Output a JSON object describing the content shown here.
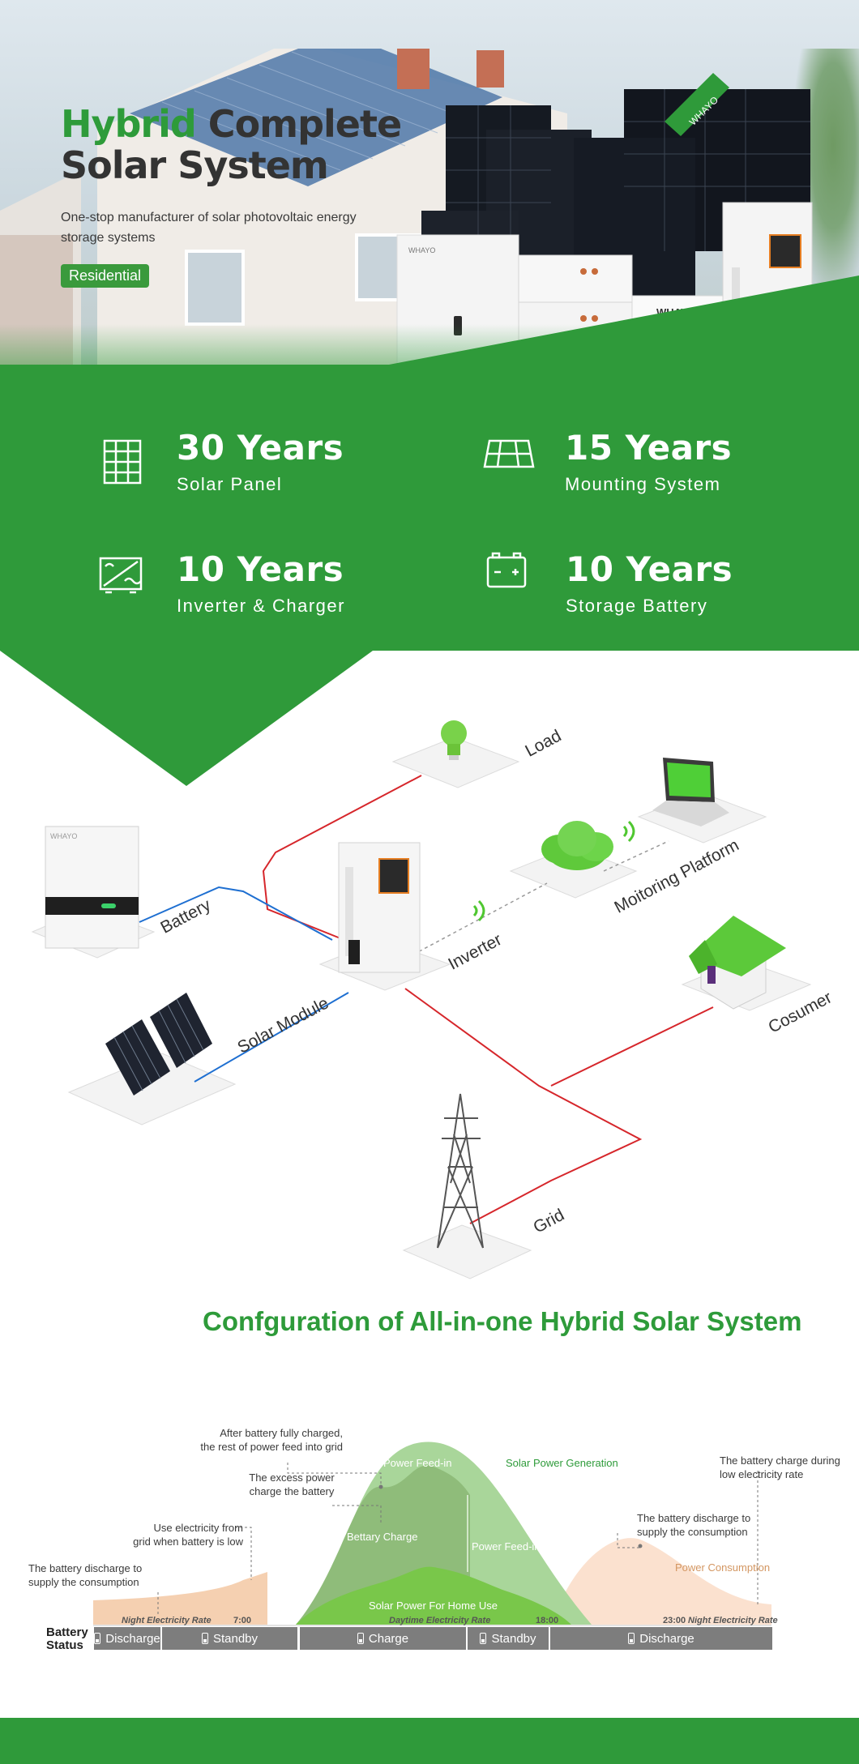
{
  "hero": {
    "title_accent": "Hybrid",
    "title_rest": " Complete",
    "title_line2": "Solar System",
    "subtitle": "One-stop manufacturer of solar photovoltaic energy storage systems",
    "badge": "Residential",
    "brand_panel": "WHAYO",
    "brand_battery": "WHAYO",
    "brand_wall": "WHAYO"
  },
  "stats": [
    {
      "number": "30 Years",
      "label": "Solar Panel",
      "icon": "solar-panel-icon"
    },
    {
      "number": "15 Years",
      "label": "Mounting System",
      "icon": "mounting-icon"
    },
    {
      "number": "10 Years",
      "label": "Inverter & Charger",
      "icon": "inverter-icon"
    },
    {
      "number": "10 Years",
      "label": "Storage Battery",
      "icon": "battery-icon"
    }
  ],
  "diagram": {
    "load": "Load",
    "battery": "Battery",
    "inverter": "Inverter",
    "monitoring": "Moitoring Platform",
    "solar_module": "Solar Module",
    "consumer": "Cosumer",
    "grid": "Grid",
    "battery_brand": "WHAYO"
  },
  "config": {
    "title": "Confguration of All-in-one Hybrid Solar System",
    "annotations": {
      "fully_charged": "After battery fully charged,\nthe rest of power feed into grid",
      "excess": "The excess power\ncharge the battery",
      "grid_low": "Use electricity from\ngrid when battery is low",
      "discharge_left": "The battery discharge to\nsupply the consumption",
      "discharge_right": "The battery discharge to\nsupply the consumption",
      "low_rate": "The battery charge during\nlow electricity rate"
    },
    "chart_labels": {
      "power_feed_in_top": "Power Feed-in",
      "power_feed_in_right": "Power Feed-in",
      "battery_charge": "Bettary Charge",
      "home_use": "Solar Power For Home Use",
      "solar_generation": "Solar Power Generation",
      "power_consumption": "Power Consumption",
      "night_rate_left": "Night Electricity Rate",
      "daytime_rate": "Daytime Electricity Rate",
      "night_rate_right": "Night Electricity Rate",
      "t700": "7:00",
      "t1800": "18:00",
      "t2300": "23:00"
    },
    "battery_status_label": "Battery\nStatus",
    "status": [
      "Discharge",
      "Standby",
      "Charge",
      "Standby",
      "Discharge"
    ]
  },
  "colors": {
    "brand_green": "#2e9b3a",
    "red_line": "#d6262b",
    "blue_line": "#1e6fd1"
  }
}
